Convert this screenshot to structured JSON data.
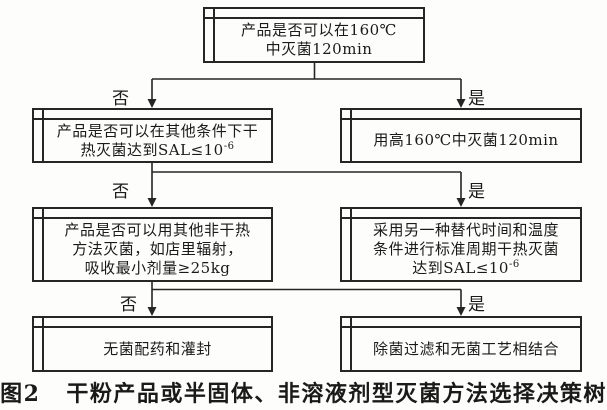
{
  "figure": {
    "caption_label": "图2",
    "caption_title": "干粉产品或半固体、非溶液剂型灭菌方法选择决策树"
  },
  "colors": {
    "line": "#262626",
    "text": "#1a1a1a",
    "background": "#fdfdfb"
  },
  "branch_labels": {
    "branch1_no": "否",
    "branch1_yes": "是",
    "branch2_no": "否",
    "branch2_yes": "是",
    "branch3_no": "否",
    "branch3_yes": "是"
  },
  "nodes": {
    "q1": {
      "line1": "产品是否可以在160℃",
      "line2": "中灭菌120min"
    },
    "q2": {
      "line1": "产品是否可以在其他条件下干",
      "line2_pre": "热灭菌达到SAL≤10",
      "line2_sup": "-6"
    },
    "a_yes1": {
      "line1": "用高160℃中灭菌120min"
    },
    "q3": {
      "line1": "产品是否可以用其他非干热",
      "line2": "方法灭菌，如店里辐射，",
      "line3": "吸收最小剂量≥25kg"
    },
    "a_yes2": {
      "line1": "采用另一种替代时间和温度",
      "line2": "条件进行标准周期干热灭菌",
      "line3_pre": "达到SAL≤10",
      "line3_sup": "-6"
    },
    "a_no3": {
      "line1": "无菌配药和灌封"
    },
    "a_yes3": {
      "line1": "除菌过滤和无菌工艺相结合"
    }
  }
}
